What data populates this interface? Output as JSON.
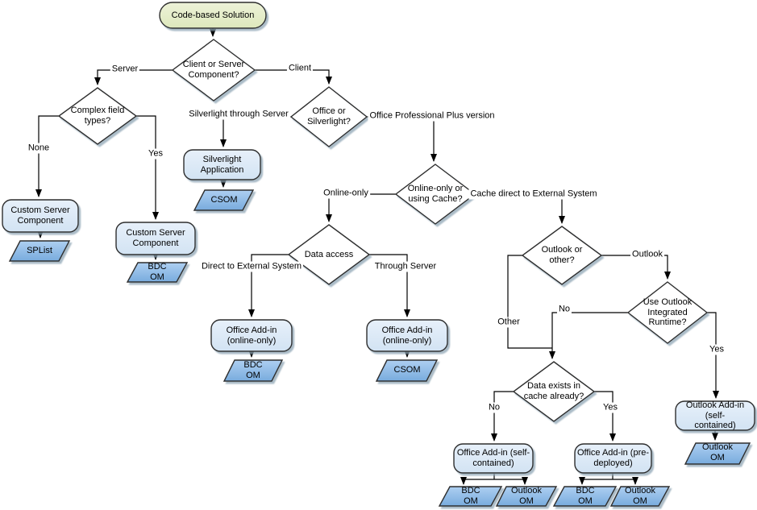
{
  "diagram": {
    "title": "Code-based Solution decision flowchart",
    "nodes": {
      "start": "Code-based Solution",
      "client_or_server": "Client or Server\nComponent?",
      "complex_field_types": "Complex field\ntypes?",
      "custom_server_component_none": "Custom Server\nComponent",
      "splist": "SPList",
      "custom_server_component_yes": "Custom Server\nComponent",
      "bdc_om_custom": "BDC\nOM",
      "office_or_silverlight": "Office or\nSilverlight?",
      "silverlight_application": "Silverlight\nApplication",
      "csom_silverlight": "CSOM",
      "online_or_cache": "Online-only or\nusing Cache?",
      "data_access": "Data access",
      "office_addin_online_left": "Office Add-in\n(online-only)",
      "bdc_om_online": "BDC\nOM",
      "office_addin_online_right": "Office Add-in\n(online-only)",
      "csom_online": "CSOM",
      "outlook_or_other": "Outlook or\nother?",
      "use_outlook_runtime": "Use Outlook\nIntegrated\nRuntime?",
      "data_exists_cache": "Data exists in\ncache already?",
      "office_addin_self": "Office Add-in (self-\ncontained)",
      "office_addin_pre": "Office Add-in (pre-\ndeployed)",
      "outlook_addin_self": "Outlook Add-in (self-\ncontained)",
      "bdc_om_self": "BDC\nOM",
      "outlook_om_self": "Outlook\nOM",
      "bdc_om_pre": "BDC\nOM",
      "outlook_om_pre": "Outlook\nOM",
      "outlook_om_right": "Outlook\nOM"
    },
    "edges": {
      "server": "Server",
      "client": "Client",
      "none": "None",
      "yes_complex": "Yes",
      "silverlight_through_server": "Silverlight through Server",
      "office_professional": "Office Professional Plus version",
      "online_only": "Online-only",
      "cache_direct": "Cache direct to External System",
      "direct_to_external": "Direct to External System",
      "through_server": "Through Server",
      "outlook": "Outlook",
      "other": "Other",
      "no_runtime": "No",
      "yes_runtime": "Yes",
      "no_cache": "No",
      "yes_cache": "Yes"
    }
  },
  "colors": {
    "background": "#ffffff",
    "stroke": "#2d2d2d",
    "connector": "#000000",
    "decision_fill": "#ffffff",
    "terminator_fill_top": "#edf2d8",
    "terminator_fill_bottom": "#dde8bc",
    "process_fill_top": "#e7f0fa",
    "process_fill_bottom": "#d2e3f3",
    "data_fill_top": "#aecff1",
    "data_fill_bottom": "#78abdd",
    "shadow": "#8fa5b5"
  }
}
